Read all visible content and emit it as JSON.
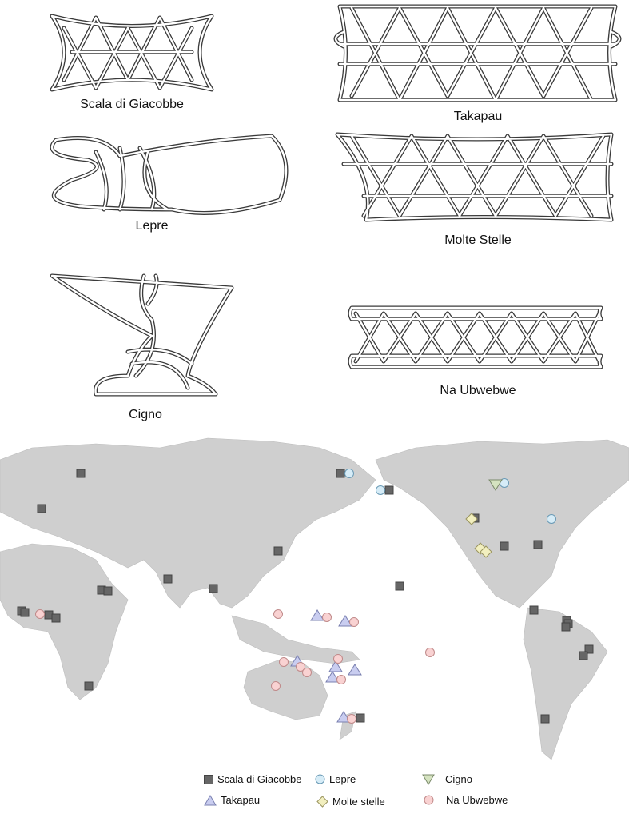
{
  "figures": [
    {
      "name": "Scala di Giacobbe"
    },
    {
      "name": "Takapau"
    },
    {
      "name": "Lepre"
    },
    {
      "name": "Molte Stelle"
    },
    {
      "name": "Cigno"
    },
    {
      "name": "Na Ubwebwe"
    }
  ],
  "legend": {
    "scala": "Scala di Giacobbe",
    "lepre": "Lepre",
    "cigno": "Cigno",
    "takapau": "Takapau",
    "molte": "Molte stelle",
    "ubwebwe": "Na Ubwebwe"
  },
  "colors": {
    "scala": "#666666",
    "lepre": "#d6ecf7",
    "cigno": "#d5e3c0",
    "takapau": "#c9cdf0",
    "molte": "#f2efbf",
    "ubwebwe": "#f9d2d2",
    "land": "#cfcfcf"
  }
}
